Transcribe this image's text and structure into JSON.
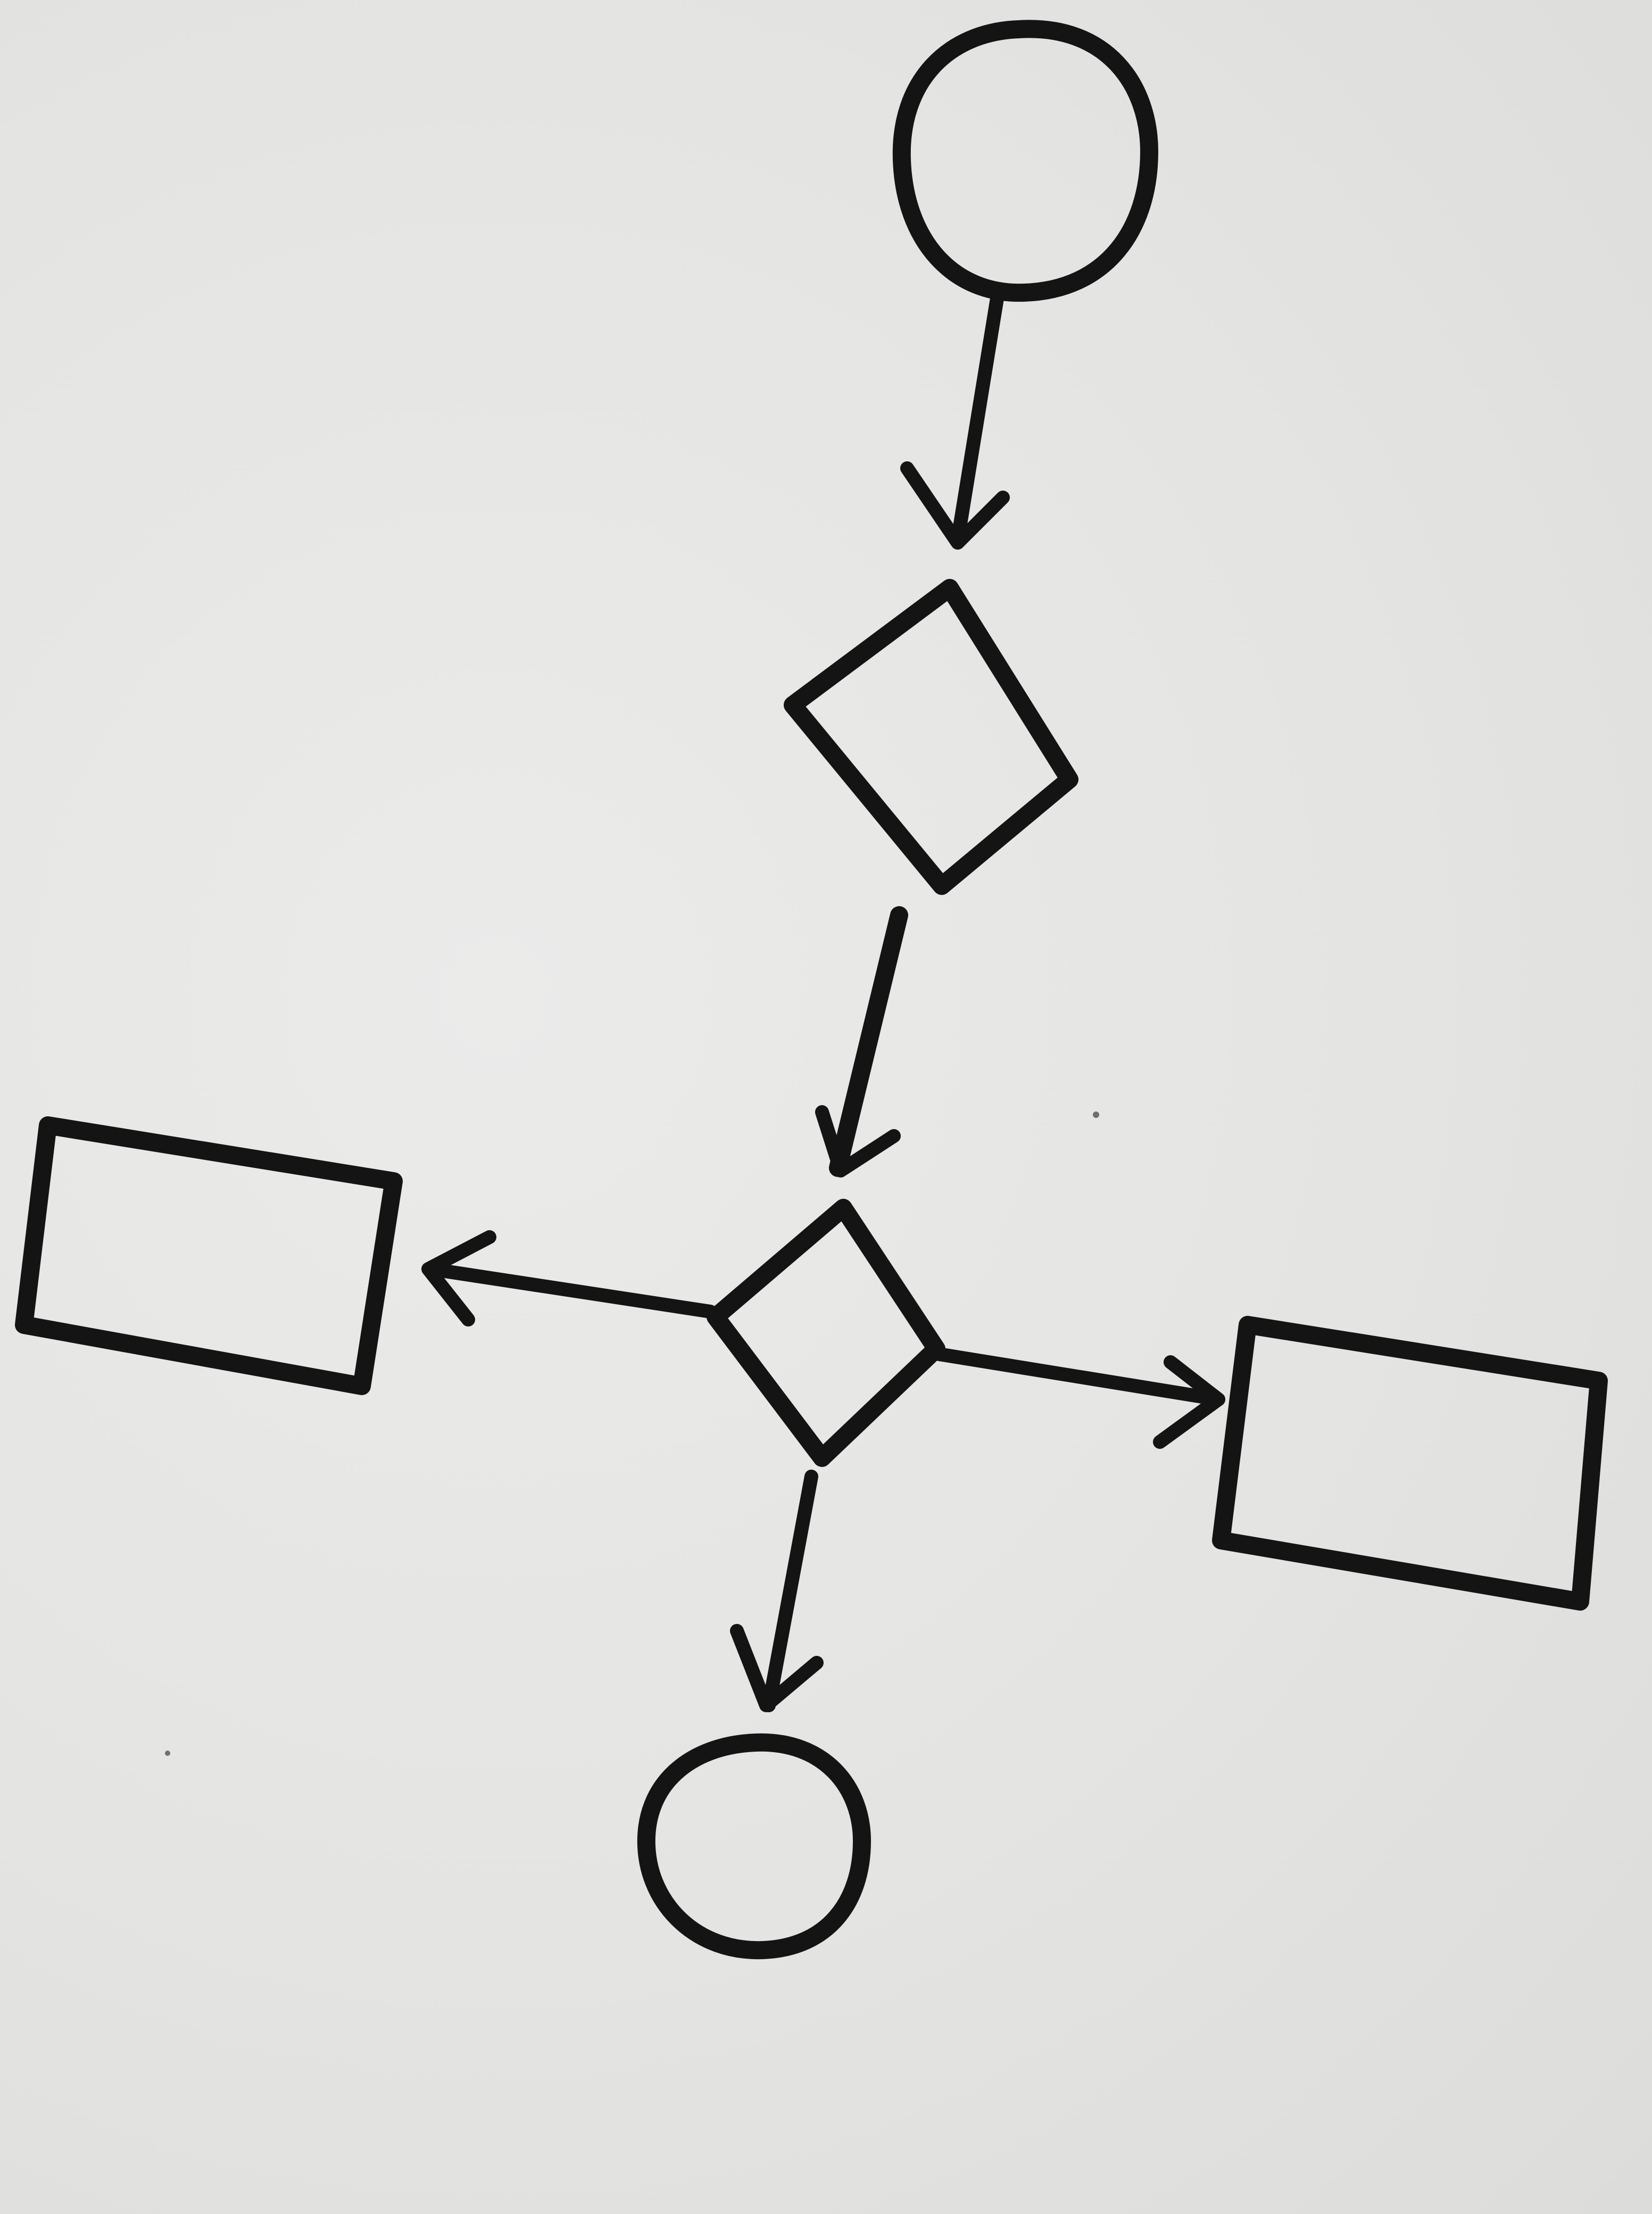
{
  "diagram": {
    "type": "flowchart",
    "style": "hand-drawn marker on paper",
    "ink_color": "#141414",
    "paper_color": "#e6e6e4",
    "nodes": [
      {
        "id": "start",
        "shape": "circle"
      },
      {
        "id": "step-1",
        "shape": "diamond"
      },
      {
        "id": "branch",
        "shape": "diamond"
      },
      {
        "id": "left-box",
        "shape": "rectangle"
      },
      {
        "id": "right-box",
        "shape": "rectangle"
      },
      {
        "id": "end",
        "shape": "circle"
      }
    ],
    "edges": [
      {
        "from": "start",
        "to": "step-1"
      },
      {
        "from": "step-1",
        "to": "branch"
      },
      {
        "from": "branch",
        "to": "left-box"
      },
      {
        "from": "branch",
        "to": "right-box"
      },
      {
        "from": "branch",
        "to": "end"
      }
    ]
  }
}
